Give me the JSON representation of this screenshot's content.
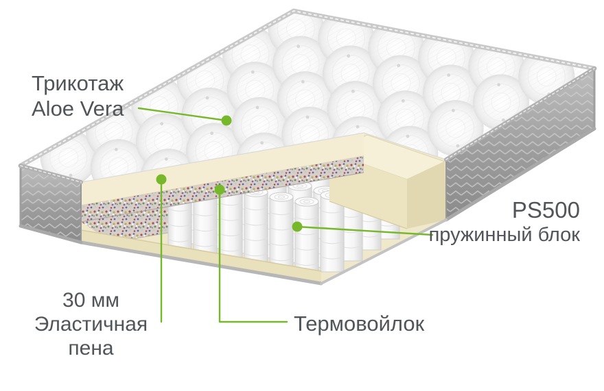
{
  "labels": {
    "knit": {
      "line1": "Трикотаж",
      "line2": "Aloe Vera"
    },
    "spring_block": {
      "line1": "PS500",
      "line2": "пружинный блок"
    },
    "foam": {
      "line1": "30 мм",
      "line2": "Эластичная",
      "line3": "пена"
    },
    "felt": {
      "line1": "Термовойлок"
    }
  },
  "colors": {
    "accent_green": "#76b82a",
    "label_text": "#515558",
    "foam_cream": "#efe8cb",
    "felt_speckle_base": "#d8d0c8",
    "fabric_gray": "#a8a8a8",
    "quilt_white": "#ffffff"
  }
}
